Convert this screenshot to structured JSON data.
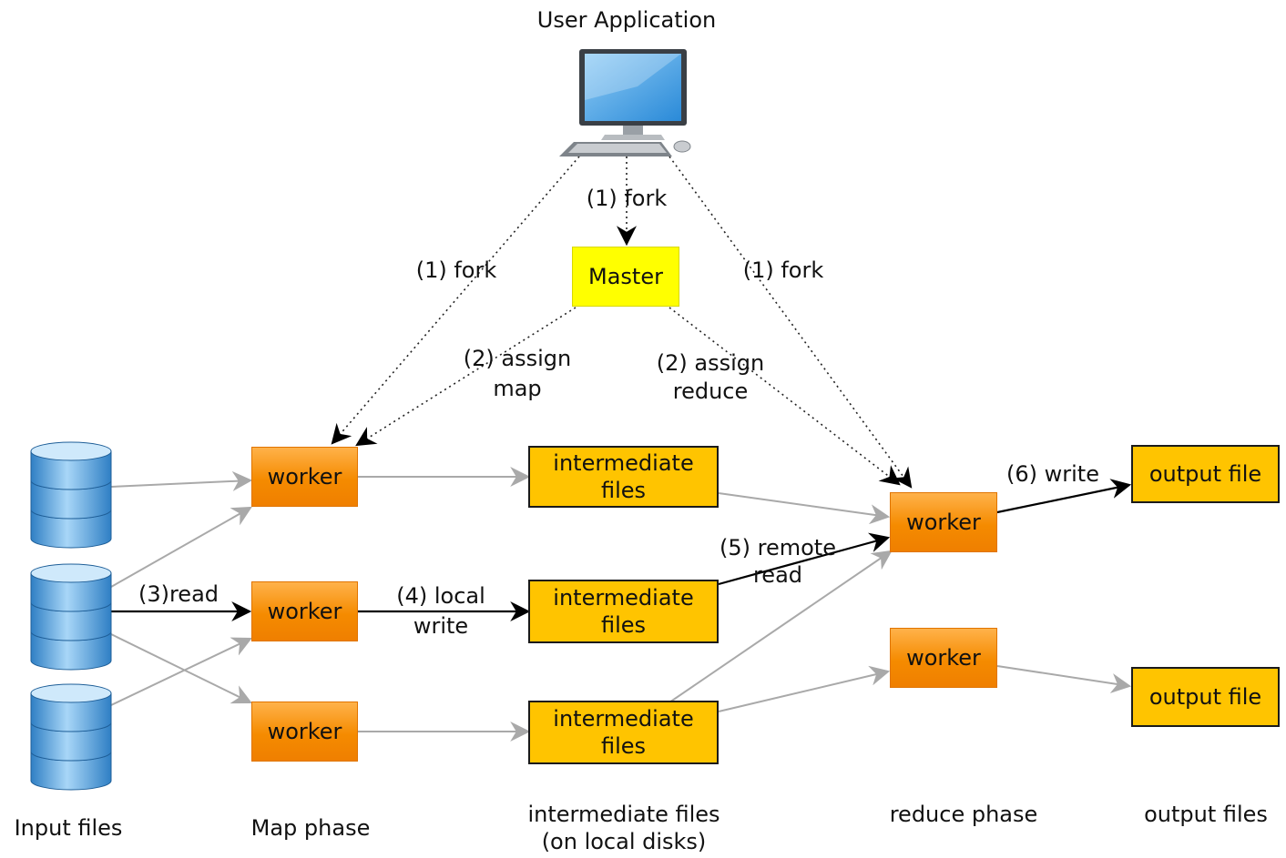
{
  "user_application": {
    "label": "User Application",
    "icon": "desktop-computer-icon"
  },
  "master": {
    "label": "Master",
    "color": "#ffff00"
  },
  "map_workers": [
    {
      "label": "worker"
    },
    {
      "label": "worker"
    },
    {
      "label": "worker"
    }
  ],
  "reduce_workers": [
    {
      "label": "worker"
    },
    {
      "label": "worker"
    }
  ],
  "intermediate_boxes": [
    {
      "line1": "intermediate",
      "line2": "files"
    },
    {
      "line1": "intermediate",
      "line2": "files"
    },
    {
      "line1": "intermediate",
      "line2": "files"
    }
  ],
  "output_boxes": [
    {
      "label": "output file"
    },
    {
      "label": "output file"
    }
  ],
  "input_files": {
    "icon": "database-icon",
    "count": 3
  },
  "edge_labels": {
    "fork_left": "(1) fork",
    "fork_center": "(1) fork",
    "fork_right": "(1) fork",
    "assign_map_1": "(2) assign",
    "assign_map_2": "map",
    "assign_reduce_1": "(2) assign",
    "assign_reduce_2": "reduce",
    "read": "(3)read",
    "local_write_1": "(4) local",
    "local_write_2": "write",
    "remote_read_1": "(5) remote",
    "remote_read_2": "read",
    "write": "(6) write"
  },
  "column_labels": {
    "input": "Input files",
    "map": "Map phase",
    "intermediate_1": "intermediate files",
    "intermediate_2": "(on local disks)",
    "reduce": "reduce phase",
    "output": "output files"
  },
  "colors": {
    "worker": "#f58b00",
    "intermediate": "#ffc400",
    "output": "#ffc400",
    "gray_arrow": "#a9a9a9",
    "black_arrow": "#000000"
  }
}
